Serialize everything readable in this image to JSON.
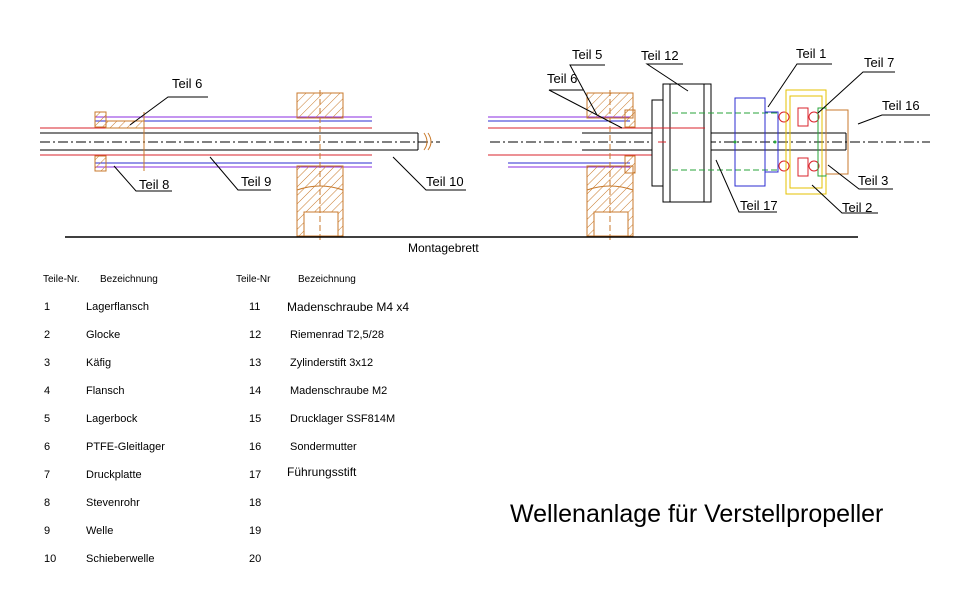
{
  "drawing": {
    "callouts": {
      "teil6_left": "Teil 6",
      "teil8": "Teil 8",
      "teil9": "Teil 9",
      "teil10": "Teil 10",
      "teil5": "Teil 5",
      "teil6_right": "Teil 6",
      "teil12": "Teil 12",
      "teil1": "Teil 1",
      "teil7": "Teil 7",
      "teil16": "Teil 16",
      "teil3": "Teil 3",
      "teil2": "Teil 2",
      "teil17": "Teil 17"
    },
    "baseline_label": "Montagebrett",
    "colors": {
      "wood": "#c87a2c",
      "red": "#d9232b",
      "blue": "#2b2bd0",
      "green": "#27a33a",
      "yellow": "#e6c200",
      "black": "#000000"
    }
  },
  "parts_table": {
    "left": {
      "header_nr": "Teile-Nr.",
      "header_name": "Bezeichnung",
      "rows": [
        {
          "nr": "1",
          "name": "Lagerflansch"
        },
        {
          "nr": "2",
          "name": "Glocke"
        },
        {
          "nr": "3",
          "name": "Käfig"
        },
        {
          "nr": "4",
          "name": "Flansch"
        },
        {
          "nr": "5",
          "name": "Lagerbock"
        },
        {
          "nr": "6",
          "name": "PTFE-Gleitlager"
        },
        {
          "nr": "7",
          "name": "Druckplatte"
        },
        {
          "nr": "8",
          "name": "Stevenrohr"
        },
        {
          "nr": "9",
          "name": "Welle"
        },
        {
          "nr": "10",
          "name": "Schieberwelle"
        }
      ]
    },
    "right": {
      "header_nr": "Teile-Nr",
      "header_name": "Bezeichnung",
      "rows": [
        {
          "nr": "11",
          "name": "Madenschraube M4 x4"
        },
        {
          "nr": "12",
          "name": "Riemenrad T2,5/28"
        },
        {
          "nr": "13",
          "name": "Zylinderstift 3x12"
        },
        {
          "nr": "14",
          "name": "Madenschraube M2"
        },
        {
          "nr": "15",
          "name": "Drucklager SSF814M"
        },
        {
          "nr": "16",
          "name": "Sondermutter"
        },
        {
          "nr": "17",
          "name": "Führungsstift"
        },
        {
          "nr": "18",
          "name": ""
        },
        {
          "nr": "19",
          "name": ""
        },
        {
          "nr": "20",
          "name": ""
        }
      ]
    }
  },
  "title": "Wellenanlage für Verstellpropeller"
}
